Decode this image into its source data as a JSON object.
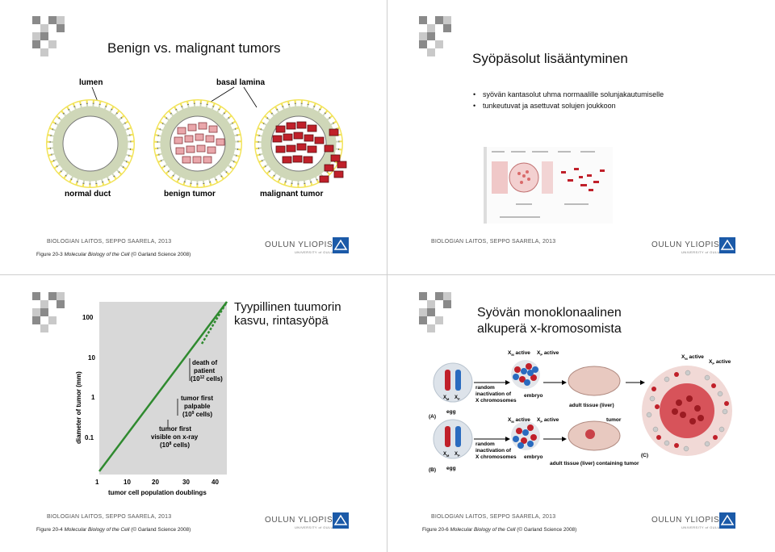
{
  "slides": [
    {
      "title": "Benign vs. malignant tumors",
      "labels": {
        "lumen": "lumen",
        "basal_lamina": "basal lamina",
        "normal": "normal duct",
        "benign": "benign tumor",
        "malignant": "malignant tumor"
      },
      "author": "BIOLOGIAN LAITOS, SEPPO SAARELA, 2013",
      "caption_pre": "Figure 20-3  ",
      "caption_italic": "Molecular Biology of the Cell",
      "caption_post": " (© Garland Science 2008)"
    },
    {
      "title": "Syöpäsolut lisääntyminen",
      "bullets": [
        "syövän kantasolut uhma normaalille solunjakautumiselle",
        "tunkeutuvat ja asettuvat solujen joukkoon"
      ],
      "author": "BIOLOGIAN LAITOS, SEPPO SAARELA, 2013"
    },
    {
      "title": "Tyypillinen tuumorin kasvu, rintasyöpä",
      "graph": {
        "ylabel": "diameter of tumor (mm)",
        "xlabel": "tumor cell population doublings",
        "yticks": [
          "100",
          "10",
          "1",
          "0.1"
        ],
        "xticks": [
          "1",
          "10",
          "20",
          "30",
          "40"
        ],
        "ann_death": [
          "death of",
          "patient",
          "(10",
          "12",
          " cells)"
        ],
        "ann_palpable": [
          "tumor first",
          "palpable",
          "(10",
          "9",
          " cells)"
        ],
        "ann_visible": [
          "tumor first",
          "visible on x-ray",
          "(10",
          "8",
          " cells)"
        ]
      },
      "author": "BIOLOGIAN LAITOS, SEPPO SAARELA, 2013",
      "caption_pre": "Figure 20-4  ",
      "caption_italic": "Molecular Biology of the Cell",
      "caption_post": " (© Garland Science 2008)"
    },
    {
      "title": "Syövän monoklonaalinen alkuperä x-kromosomista",
      "figure": {
        "xm_active": "X",
        "m_sub": "M",
        "p_sub": "P",
        "active": " active",
        "random": [
          "random",
          "inactivation of",
          "X chromosomes"
        ],
        "embryo": "embryo",
        "egg": "egg",
        "adult_tissue": "adult tissue (liver)",
        "tumor": "tumor",
        "adult_tumor": "adult tissue (liver) containing tumor",
        "panel_a": "(A)",
        "panel_b": "(B)",
        "panel_c": "(C)"
      },
      "author": "BIOLOGIAN LAITOS, SEPPO SAARELA, 2013",
      "caption_pre": "Figure 20-6  ",
      "caption_italic": "Molecular Biology of the Cell",
      "caption_post": " (© Garland Science 2008)"
    }
  ],
  "university": {
    "name_a": "OULUN",
    "name_b": "YLIOPISTO",
    "sub": "UNIVERSITY of OULU"
  },
  "colors": {
    "green_line": "#2f8a2f",
    "tumor_red": "#c0202a",
    "benign_pink": "#e9a7ab",
    "lamina_yellow": "#f2e35a",
    "oulu_blue": "#1b5aa8"
  }
}
